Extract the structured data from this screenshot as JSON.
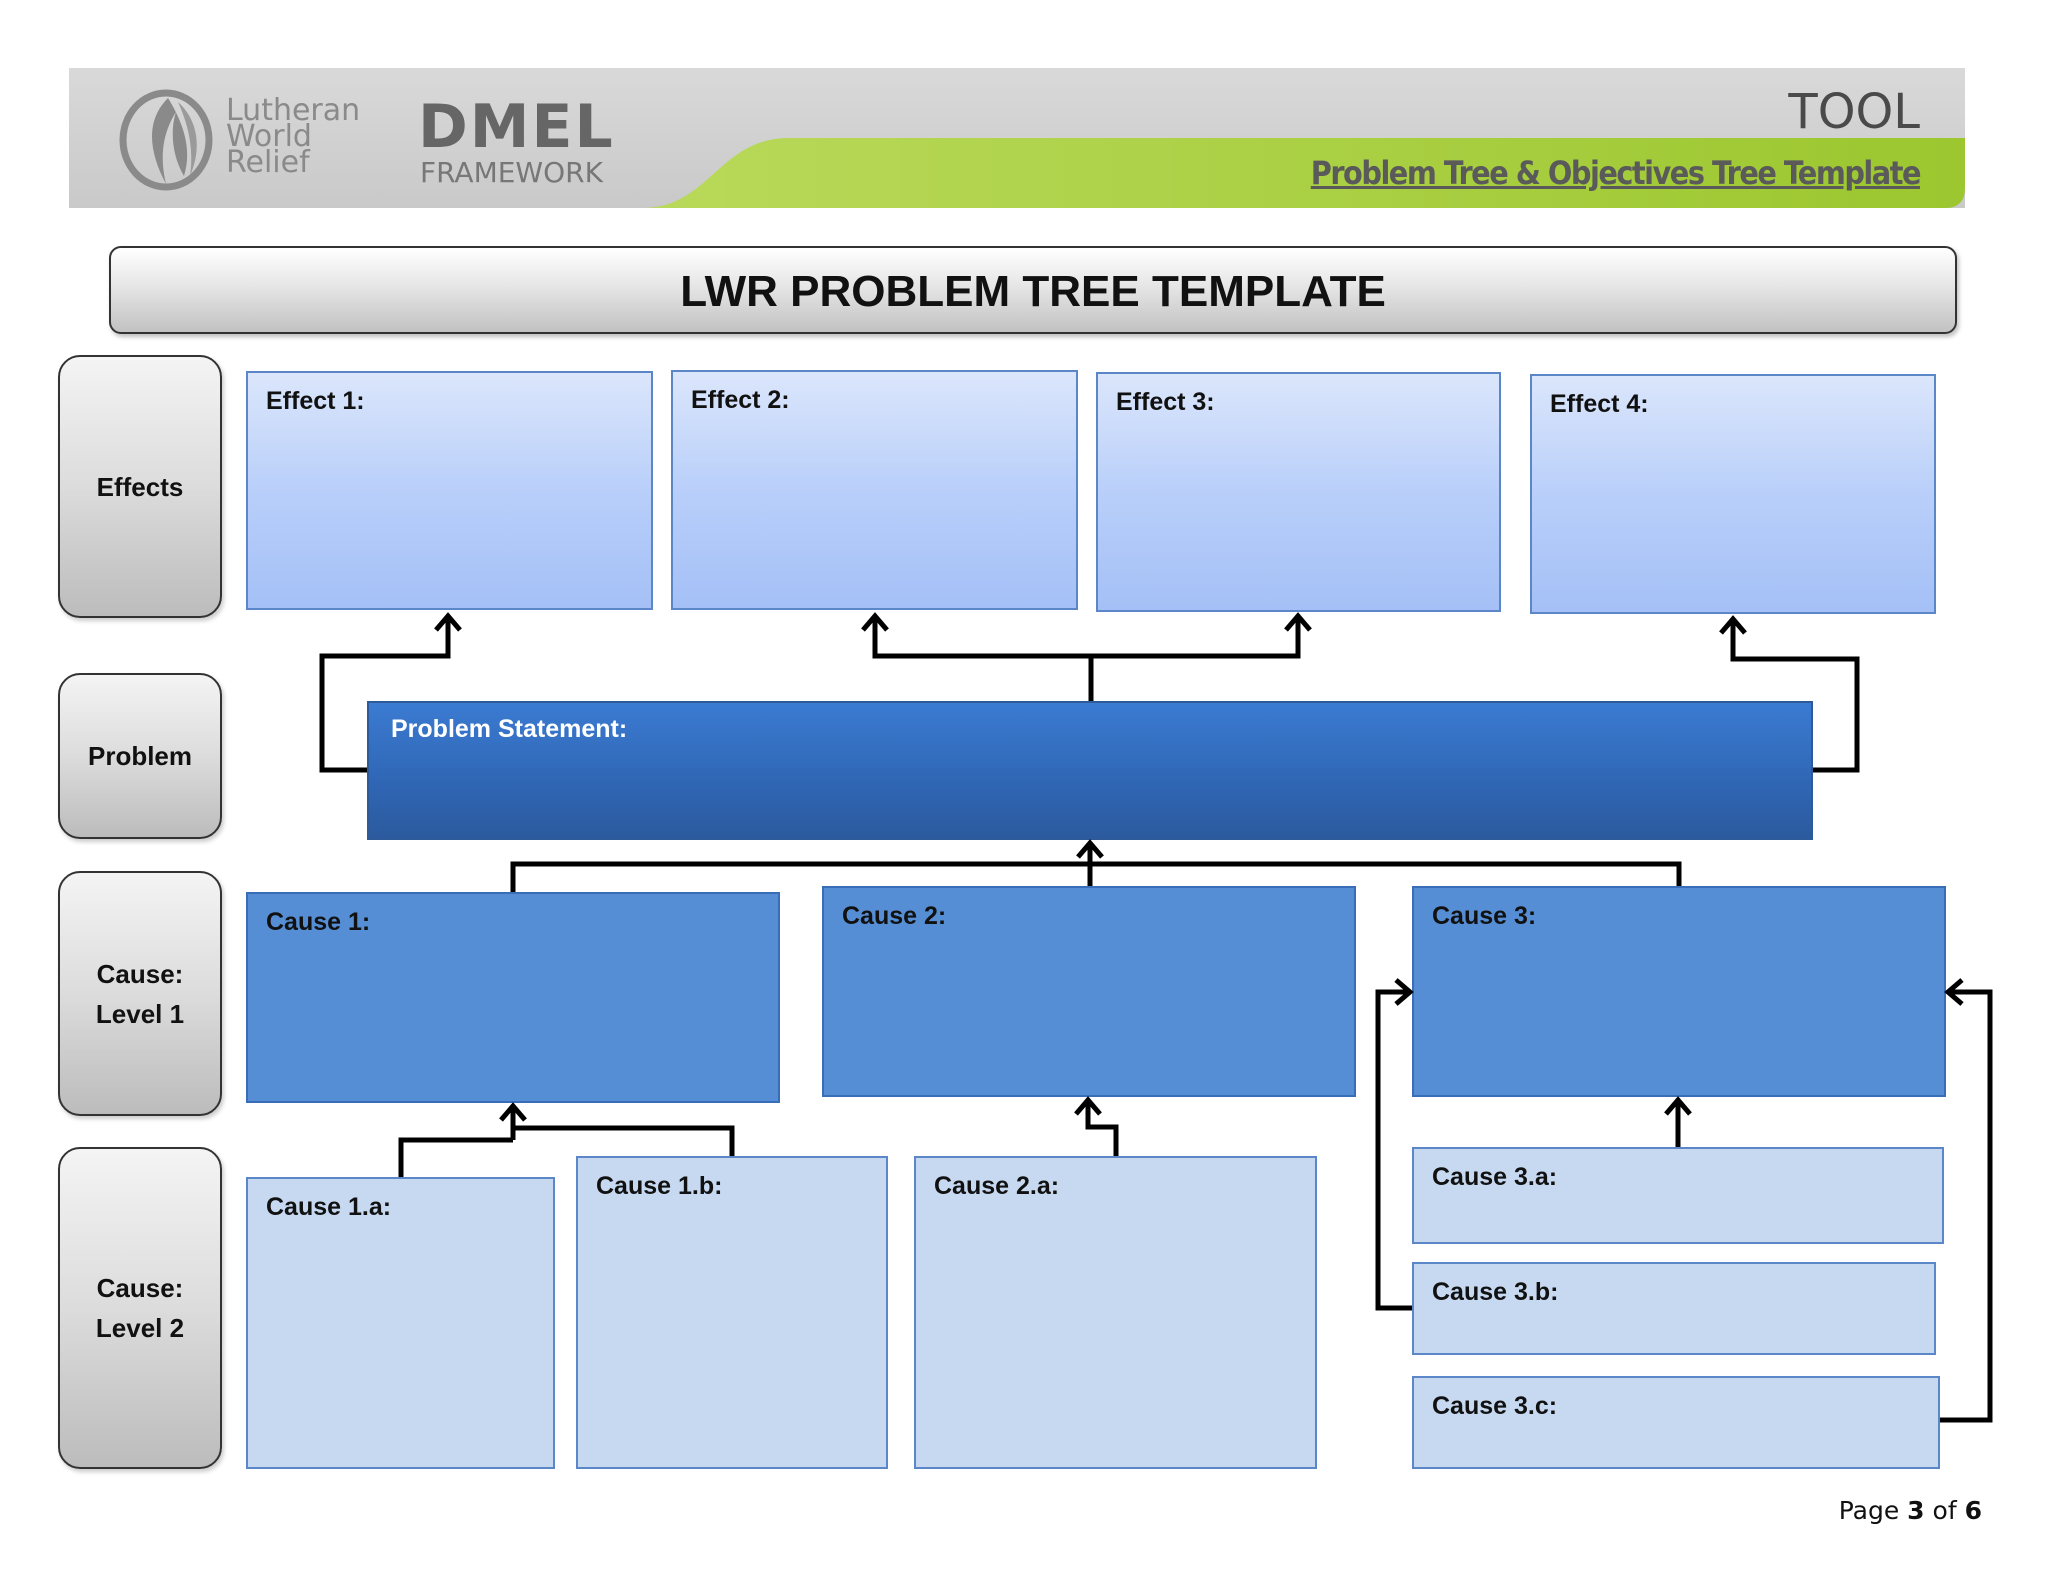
{
  "header": {
    "logo_line1": "Lutheran",
    "logo_line2": "World",
    "logo_line3": "Relief",
    "brand": "DMEL",
    "brand_sub": "FRAMEWORK",
    "tool_label": "TOOL",
    "subtitle": "Problem Tree & Objectives Tree Template"
  },
  "title": "LWR PROBLEM TREE TEMPLATE",
  "row_labels": {
    "effects": "Effects",
    "problem": "Problem",
    "cause1_line1": "Cause:",
    "cause1_line2": "Level 1",
    "cause2_line1": "Cause:",
    "cause2_line2": "Level 2"
  },
  "effects": [
    "Effect 1:",
    "Effect 2:",
    "Effect 3:",
    "Effect 4:"
  ],
  "problem_statement": "Problem Statement:",
  "causes_level1": [
    "Cause 1:",
    "Cause 2:",
    "Cause 3:"
  ],
  "causes_level2": [
    "Cause 1.a:",
    "Cause 1.b:",
    "Cause 2.a:",
    "Cause 3.a:",
    "Cause 3.b:",
    "Cause 3.c:"
  ],
  "footer": {
    "page_prefix": "Page",
    "page_current": "3",
    "page_of": "of",
    "page_total": "6"
  },
  "colors": {
    "effect_fill": "#b9cffa",
    "problem_fill": "#2f66b4",
    "cause_level1_fill": "#558ed5",
    "cause_level2_fill": "#c6d9f1",
    "banner_green": "#a6ce39"
  }
}
